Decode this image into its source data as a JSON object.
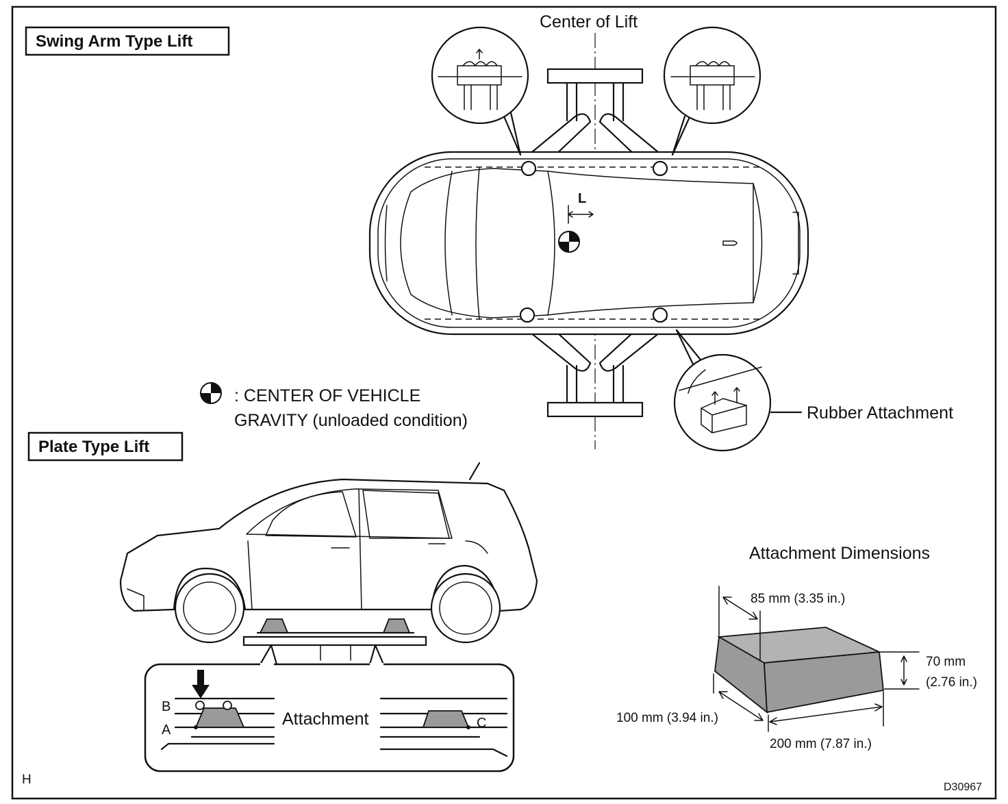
{
  "sections": {
    "swing_arm_title": "Swing Arm Type Lift",
    "plate_title": "Plate Type Lift"
  },
  "labels": {
    "center_of_lift": "Center of Lift",
    "l_mark": "L",
    "cog_legend_line1": ": CENTER OF VEHICLE",
    "cog_legend_line2": "GRAVITY (unloaded condition)",
    "rubber_attachment": "Rubber Attachment",
    "attachment": "Attachment",
    "point_a": "A",
    "point_b": "B",
    "point_c": "C"
  },
  "dimensions": {
    "title": "Attachment Dimensions",
    "width": "85 mm (3.35 in.)",
    "height_mm": "70 mm",
    "height_in": "(2.76 in.)",
    "depth": "100 mm (3.94 in.)",
    "length": "200 mm (7.87 in.)"
  },
  "footer": {
    "corner_letter": "H",
    "figure_code": "D30967"
  }
}
